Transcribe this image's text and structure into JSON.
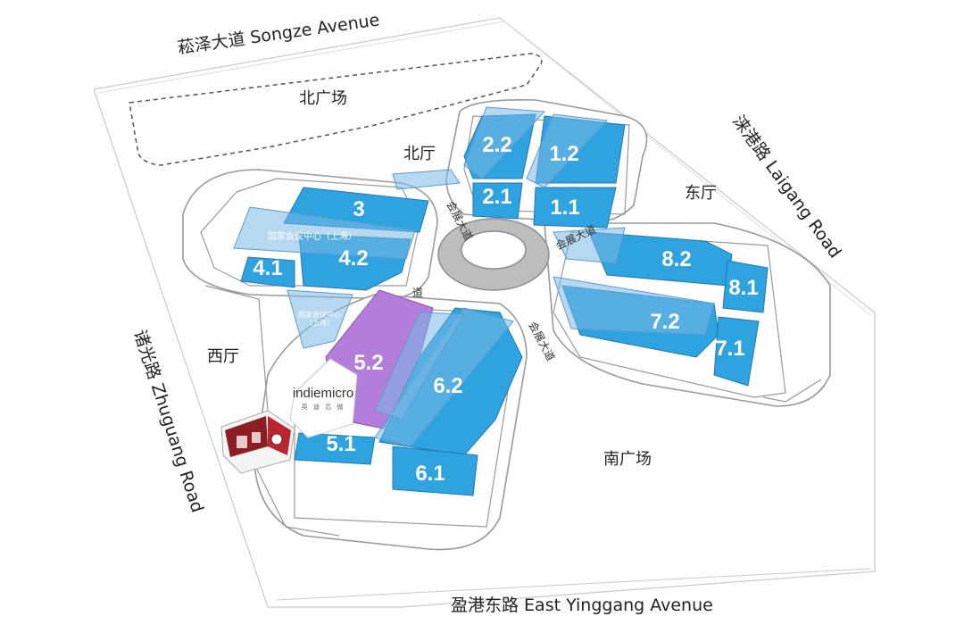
{
  "roads": {
    "north": "菘泽大道  Songze Avenue",
    "east": "涞港路  Laigang Road",
    "west": "诸光路  Zhuguang Road",
    "south": "盈港东路  East Yinggang Avenue"
  },
  "areas": {
    "north_plaza": "北广场",
    "south_plaza": "南广场",
    "north_hall": "北厅",
    "east_hall": "东厅",
    "west_hall": "西厅"
  },
  "halls": {
    "h1_1": "1.1",
    "h1_2": "1.2",
    "h2_1": "2.1",
    "h2_2": "2.2",
    "h3": "3",
    "h4_1": "4.1",
    "h4_2": "4.2",
    "h5_1": "5.1",
    "h5_2": "5.2",
    "h6_1": "6.1",
    "h6_2": "6.2",
    "h7_1": "7.1",
    "h7_2": "7.2",
    "h8_1": "8.1",
    "h8_2": "8.2"
  },
  "ncc_label_top": "国家会议中心（上海）",
  "ncc_label_left_1": "国家会议中心",
  "ncc_label_left_2": "（上海）",
  "avenue_labels": {
    "nw": "会展大道",
    "ne": "会展大道",
    "sw": "道",
    "se": "会展大道"
  },
  "brand": {
    "logo": "indiemicro",
    "sub": "英 迪 芯 微"
  },
  "colors": {
    "hall_blue": "#2ea3e0",
    "hall_highlight": "#b57ddb",
    "overlay_blue": "#7ab8e6",
    "building_outline": "#9a9a9a"
  }
}
